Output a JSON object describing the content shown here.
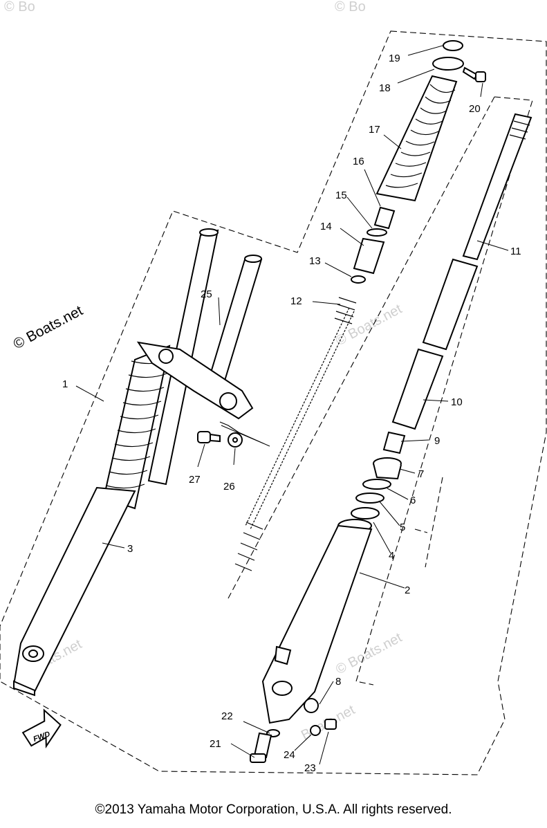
{
  "watermark": {
    "corner_text": "© Bo",
    "text": "© Boats.net",
    "faint_text": "Boats.net"
  },
  "callouts": [
    "1",
    "2",
    "3",
    "4",
    "5",
    "6",
    "7",
    "8",
    "9",
    "10",
    "11",
    "12",
    "13",
    "14",
    "15",
    "16",
    "17",
    "18",
    "19",
    "20",
    "21",
    "22",
    "23",
    "24",
    "25",
    "26",
    "27"
  ],
  "fwd_label": "FWD",
  "footer": {
    "copyright": "©2013 Yamaha Motor Corporation, U.S.A. All rights reserved."
  }
}
